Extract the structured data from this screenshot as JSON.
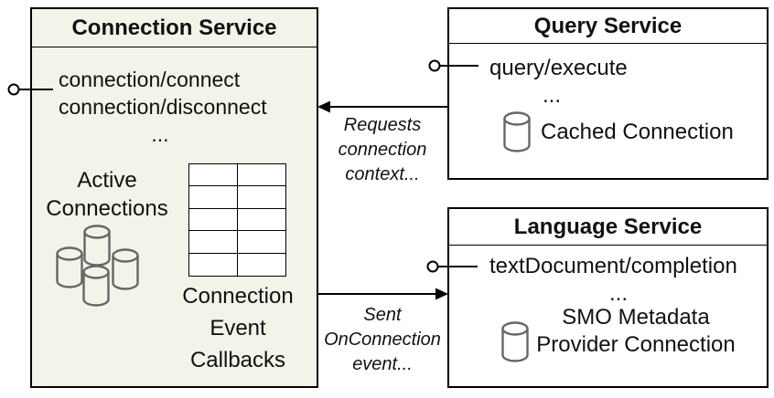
{
  "connection_service": {
    "title": "Connection Service",
    "methods": [
      "connection/connect",
      "connection/disconnect"
    ],
    "ellipsis": "...",
    "active_connections": [
      "Active",
      "Connections"
    ],
    "callbacks_caption": [
      "Connection",
      "Event",
      "Callbacks"
    ]
  },
  "query_service": {
    "title": "Query Service",
    "methods": [
      "query/execute"
    ],
    "ellipsis": "...",
    "cached_connection": "Cached Connection"
  },
  "language_service": {
    "title": "Language Service",
    "methods": [
      "textDocument/completion"
    ],
    "ellipsis": "...",
    "smo_caption": [
      "SMO Metadata",
      "Provider Connection"
    ]
  },
  "flows": {
    "requests": [
      "Requests",
      "connection",
      "context..."
    ],
    "sent": [
      "Sent",
      "OnConnection",
      "event..."
    ]
  },
  "colors": {
    "connection_box_fill": "#f2f4ea",
    "service_box_fill": "#ffffff",
    "border": "#000000",
    "icon_stroke": "#666666"
  }
}
